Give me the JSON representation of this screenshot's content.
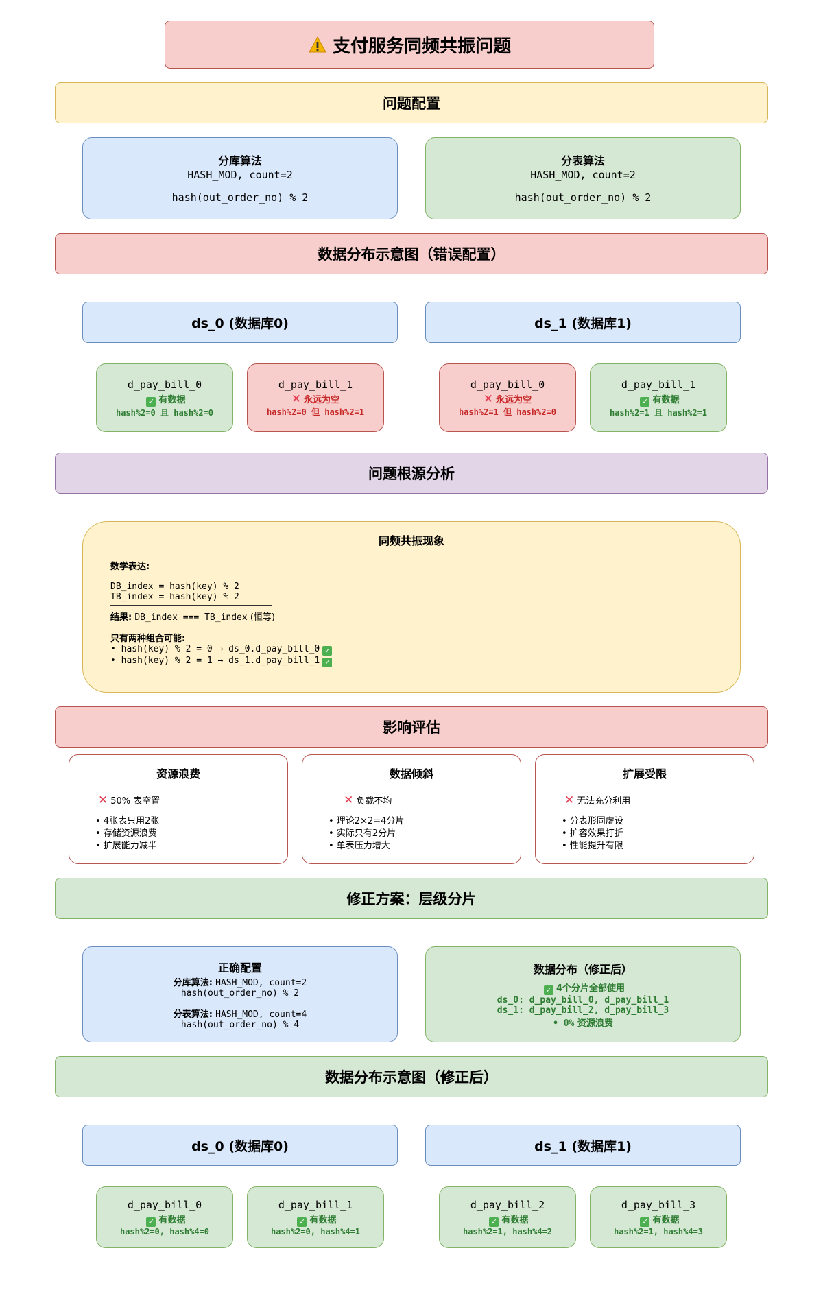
{
  "title": "支付服务同频共振问题",
  "config": {
    "section": "问题配置",
    "db_algo": {
      "title": "分库算法",
      "line1": "HASH_MOD, count=2",
      "line2": "hash(out_order_no) % 2"
    },
    "tb_algo": {
      "title": "分表算法",
      "line1": "HASH_MOD, count=2",
      "line2": "hash(out_order_no) % 2"
    }
  },
  "wrong_dist": {
    "section": "数据分布示意图（错误配置）",
    "ds0": "ds_0 (数据库0)",
    "ds1": "ds_1 (数据库1)",
    "tables": [
      {
        "name": "d_pay_bill_0",
        "status": "有数据",
        "cond": "hash%2=0 且 hash%2=0",
        "ok": true
      },
      {
        "name": "d_pay_bill_1",
        "status": "永远为空",
        "cond": "hash%2=0 但 hash%2=1",
        "ok": false
      },
      {
        "name": "d_pay_bill_0",
        "status": "永远为空",
        "cond": "hash%2=1 但 hash%2=0",
        "ok": false
      },
      {
        "name": "d_pay_bill_1",
        "status": "有数据",
        "cond": "hash%2=1 且 hash%2=1",
        "ok": true
      }
    ]
  },
  "root_cause": {
    "section": "问题根源分析",
    "title": "同频共振现象",
    "math_label": "数学表达:",
    "eq1": "DB_index = hash(key) % 2",
    "eq2": "TB_index = hash(key) % 2",
    "result_label": "结果:",
    "result_code": "DB_index === TB_index",
    "result_note": "(恒等)",
    "combo_label": "只有两种组合可能:",
    "combo1": "• hash(key) % 2 = 0 → ds_0.d_pay_bill_0",
    "combo2": "• hash(key) % 2 = 1 → ds_1.d_pay_bill_1"
  },
  "impact": {
    "section": "影响评估",
    "cards": [
      {
        "title": "资源浪费",
        "headline": "50% 表空置",
        "items": [
          "• 4张表只用2张",
          "• 存储资源浪费",
          "• 扩展能力减半"
        ]
      },
      {
        "title": "数据倾斜",
        "headline": "负载不均",
        "items": [
          "• 理论2×2=4分片",
          "• 实际只有2分片",
          "• 单表压力增大"
        ]
      },
      {
        "title": "扩展受限",
        "headline": "无法充分利用",
        "items": [
          "• 分表形同虚设",
          "• 扩容效果打折",
          "• 性能提升有限"
        ]
      }
    ]
  },
  "fix": {
    "section": "修正方案：层级分片",
    "correct": {
      "title": "正确配置",
      "db_label": "分库算法:",
      "db_code": "HASH_MOD, count=2",
      "db_expr": "hash(out_order_no) % 2",
      "tb_label": "分表算法:",
      "tb_code": "HASH_MOD, count=4",
      "tb_expr": "hash(out_order_no) % 4"
    },
    "dist": {
      "title": "数据分布（修正后）",
      "headline": "4个分片全部使用",
      "line1": "ds_0: d_pay_bill_0, d_pay_bill_1",
      "line2": "ds_1: d_pay_bill_2, d_pay_bill_3",
      "line3_prefix": "• 0%",
      "line3_suffix": "资源浪费"
    }
  },
  "fixed_dist": {
    "section": "数据分布示意图（修正后）",
    "ds0": "ds_0 (数据库0)",
    "ds1": "ds_1 (数据库1)",
    "tables": [
      {
        "name": "d_pay_bill_0",
        "status": "有数据",
        "cond": "hash%2=0, hash%4=0"
      },
      {
        "name": "d_pay_bill_1",
        "status": "有数据",
        "cond": "hash%2=0, hash%4=1"
      },
      {
        "name": "d_pay_bill_2",
        "status": "有数据",
        "cond": "hash%2=1, hash%4=2"
      },
      {
        "name": "d_pay_bill_3",
        "status": "有数据",
        "cond": "hash%2=1, hash%4=3"
      }
    ]
  },
  "colors": {
    "red": "#f8cecc",
    "yellow": "#fff2cc",
    "blue": "#dae8fc",
    "green": "#d5e8d4",
    "purple": "#e1d5e7"
  }
}
